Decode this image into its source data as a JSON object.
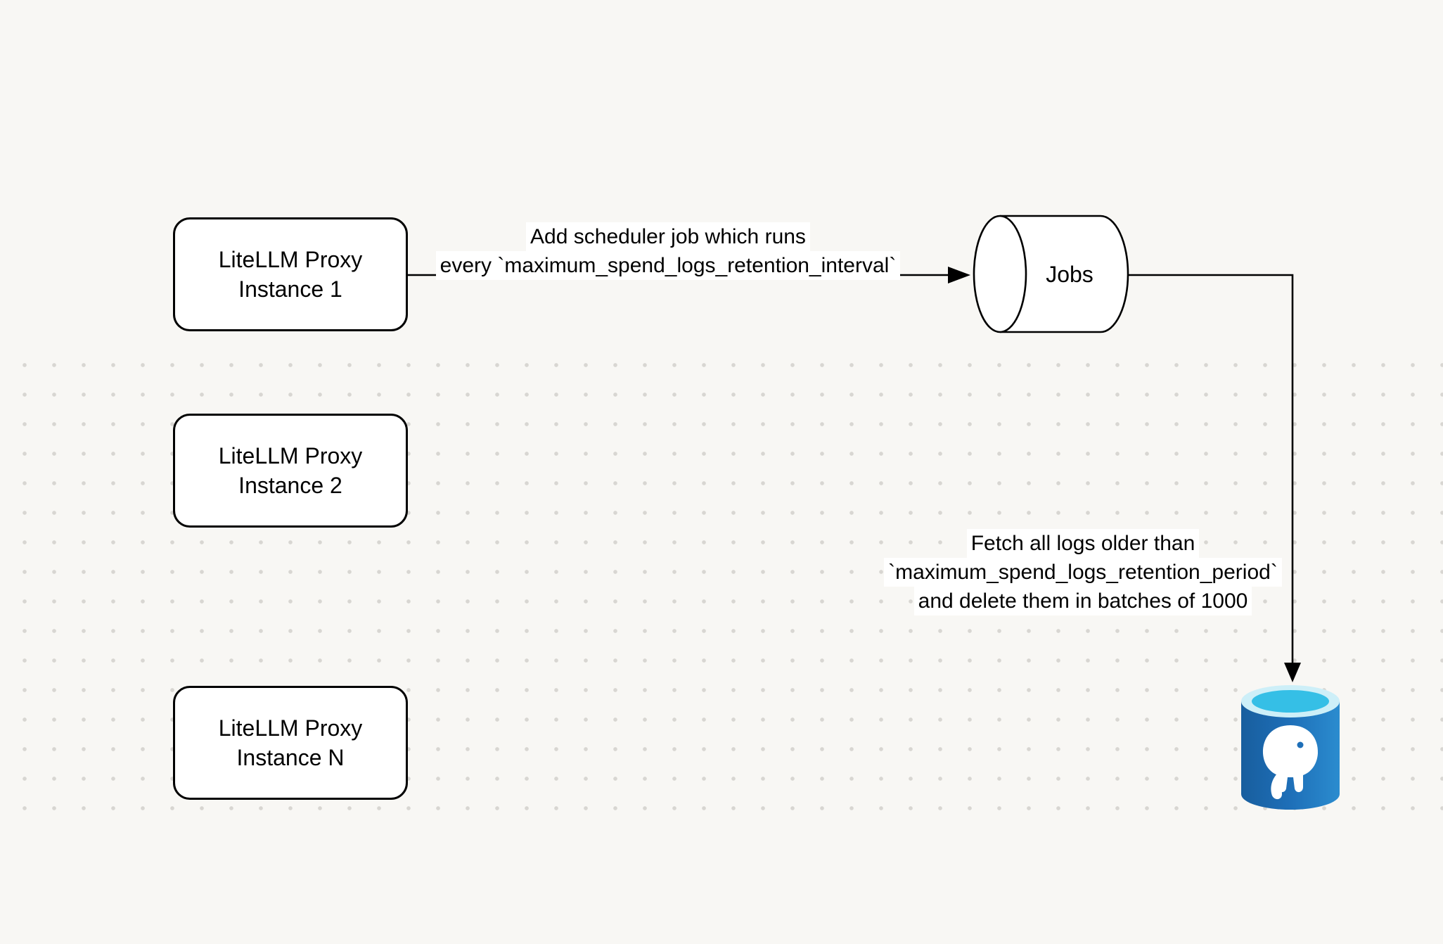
{
  "diagram": {
    "title": "LiteLLM spend logs retention scheduler diagram",
    "nodes": {
      "instance1": {
        "line1": "LiteLLM Proxy",
        "line2": "Instance 1"
      },
      "instance2": {
        "line1": "LiteLLM Proxy",
        "line2": "Instance 2"
      },
      "instanceN": {
        "line1": "LiteLLM Proxy",
        "line2": "Instance N"
      },
      "jobs": {
        "label": "Jobs"
      },
      "database": {
        "icon": "postgresql-database-icon"
      }
    },
    "edges": {
      "scheduler": {
        "line1": "Add scheduler job which runs",
        "line2": "every `maximum_spend_logs_retention_interval`"
      },
      "cleanup": {
        "line1": "Fetch all logs older than",
        "line2": "`maximum_spend_logs_retention_period`",
        "line3": "and delete them in batches of 1000"
      }
    },
    "colors": {
      "background": "#f8f7f4",
      "stroke": "#000000",
      "node_fill": "#ffffff",
      "db_body_blue": "#1e6fb8",
      "db_top_cyan": "#35bfe6",
      "db_top_rim": "#cdeff8"
    }
  }
}
